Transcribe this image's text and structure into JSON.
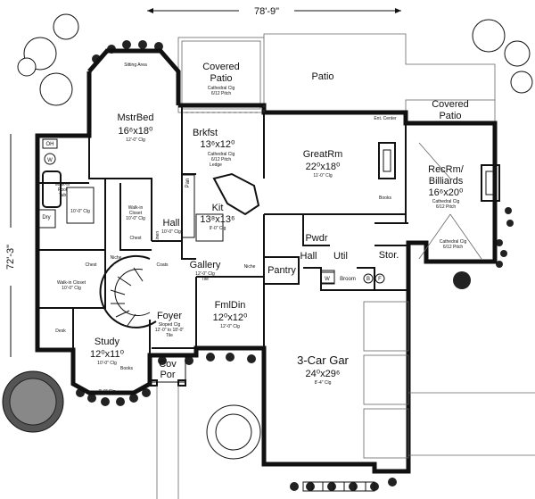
{
  "overall_width": "78'-9\"",
  "overall_depth": "72'-3\"",
  "rooms": {
    "covered_patio_left": {
      "name_line1": "Covered",
      "name_line2": "Patio",
      "note1": "Cathedral Clg",
      "note2": "6/12 Pitch"
    },
    "patio": {
      "name": "Patio"
    },
    "covered_patio_right": {
      "name_line1": "Covered",
      "name_line2": "Patio"
    },
    "sitting_area": {
      "name": "Sitting Area"
    },
    "master_bed": {
      "name": "MstrBed",
      "size": "16⁶x18⁰",
      "ceiling": "12'-0\" Clg"
    },
    "breakfast": {
      "name": "Brkfst",
      "size": "13⁶x12⁰",
      "note1": "Cathedral Clg",
      "note2": "6/12 Pitch"
    },
    "great_room": {
      "name": "GreatRm",
      "size": "22⁰x18⁰",
      "ceiling": "11'-0\" Clg",
      "note": "Ent. Center"
    },
    "rec_room": {
      "name_line1": "RecRm/",
      "name_line2": "Billiards",
      "size": "16⁶x20⁰",
      "note1": "Cathedral Clg",
      "note2": "6/12 Pitch",
      "note3": "Cathedral Clg",
      "note4": "6/12 Pitch"
    },
    "kitchen": {
      "name": "Kit",
      "size": "13⁸x13⁶",
      "ceiling": "9'-0\" Clg"
    },
    "hall_left": {
      "name": "Hall",
      "ceiling": "10'-0\" Clg"
    },
    "gallery": {
      "name": "Gallery",
      "ceiling": "12'-0\" Clg",
      "note": "Tile"
    },
    "powder": {
      "name": "Pwdr"
    },
    "pantry": {
      "name": "Pantry"
    },
    "hall_right": {
      "name": "Hall"
    },
    "utility": {
      "name": "Util"
    },
    "storage": {
      "name": "Stor."
    },
    "foyer": {
      "name": "Foyer",
      "note1": "Sloped Clg",
      "note2": "12'-0\" to 18'-0\"",
      "note3": "Tile"
    },
    "family_dining": {
      "name": "FmlDin",
      "size": "12⁰x12⁰",
      "ceiling": "12'-0\" Clg"
    },
    "study": {
      "name": "Study",
      "size": "12⁰x11⁰",
      "ceiling": "10'-0\" Clg",
      "note": "Books"
    },
    "covered_porch": {
      "name_line1": "Cov",
      "name_line2": "Por"
    },
    "garage": {
      "name": "3-Car Gar",
      "size": "24⁰x29⁶",
      "ceiling": "8'-4\" Clg"
    },
    "walkin_pool_tub": {
      "name_line1": "Walk-in",
      "name_line2": "Pool",
      "name_line3": "Tub",
      "ceiling": "10'-0\" Clg"
    },
    "walkin_closet_upper": {
      "name_line1": "Walk-in",
      "name_line2": "Closet",
      "ceiling": "10'-0\" Clg"
    },
    "walkin_closet_lower": {
      "name": "Walk-in Closet",
      "ceiling": "10'-0\" Clg"
    },
    "chest": {
      "name": "Chest"
    },
    "linen": {
      "name": "Linen"
    },
    "niche": {
      "name": "Niche"
    },
    "coats": {
      "name": "Coats"
    },
    "desk": {
      "name": "Desk"
    },
    "clg_study_bay": {
      "text": "9'-0\" Clg"
    },
    "ledge": {
      "text": "Ledge"
    },
    "books_great": {
      "text": "Books"
    }
  },
  "fixtures": {
    "oh": "OH",
    "wc": "W",
    "dry": "Dry",
    "wash": "W",
    "broom": "Broom",
    "b": "B",
    "f": "F",
    "pan": "Pan"
  }
}
